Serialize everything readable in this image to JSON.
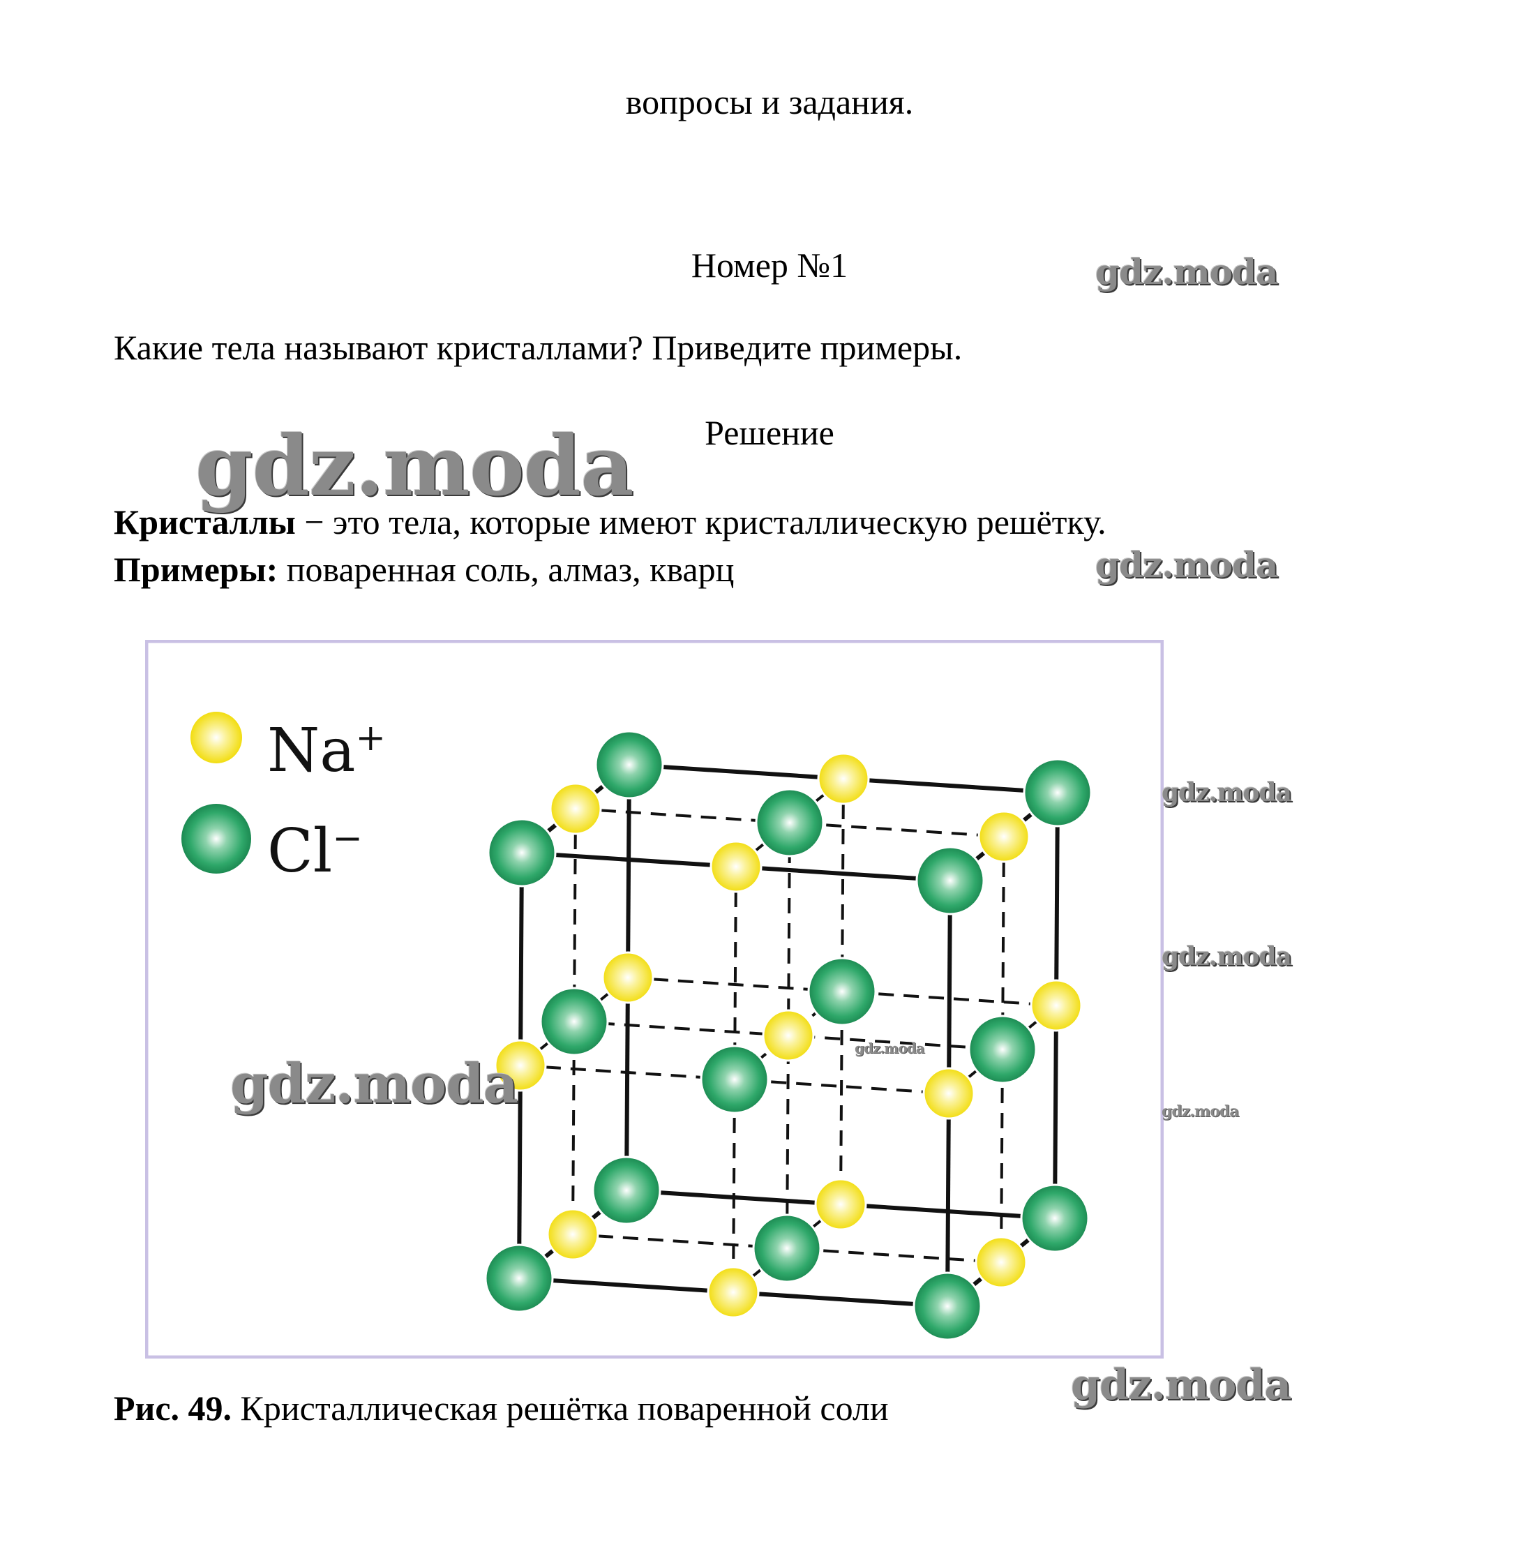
{
  "header": {
    "section_title": "вопросы и задания."
  },
  "task": {
    "number_label": "Номер №1",
    "question": "Какие тела называют кристаллами? Приведите примеры.",
    "solution_label": "Решение"
  },
  "answer": {
    "term": "Кристаллы",
    "definition": " − это тела, которые имеют кристаллическую решётку.",
    "examples_label": "Примеры:",
    "examples_text": " поваренная соль, алмаз, кварц"
  },
  "figure": {
    "legend": {
      "na_label": "Na",
      "na_charge": "+",
      "cl_label": "Cl",
      "cl_charge": "−"
    },
    "colors": {
      "na": "#f5e63a",
      "cl": "#1e9a5a",
      "frame": "#c9c0e4"
    },
    "caption_bold": "Рис. 49.",
    "caption_text": " Кристаллическая решётка поваренной соли"
  },
  "watermarks": [
    "gdz.moda",
    "gdz.moda",
    "gdz.moda",
    "gdz.moda",
    "gdz.moda",
    "gdz.moda",
    "gdz.moda",
    "gdz.moda",
    "gdz.moda"
  ]
}
